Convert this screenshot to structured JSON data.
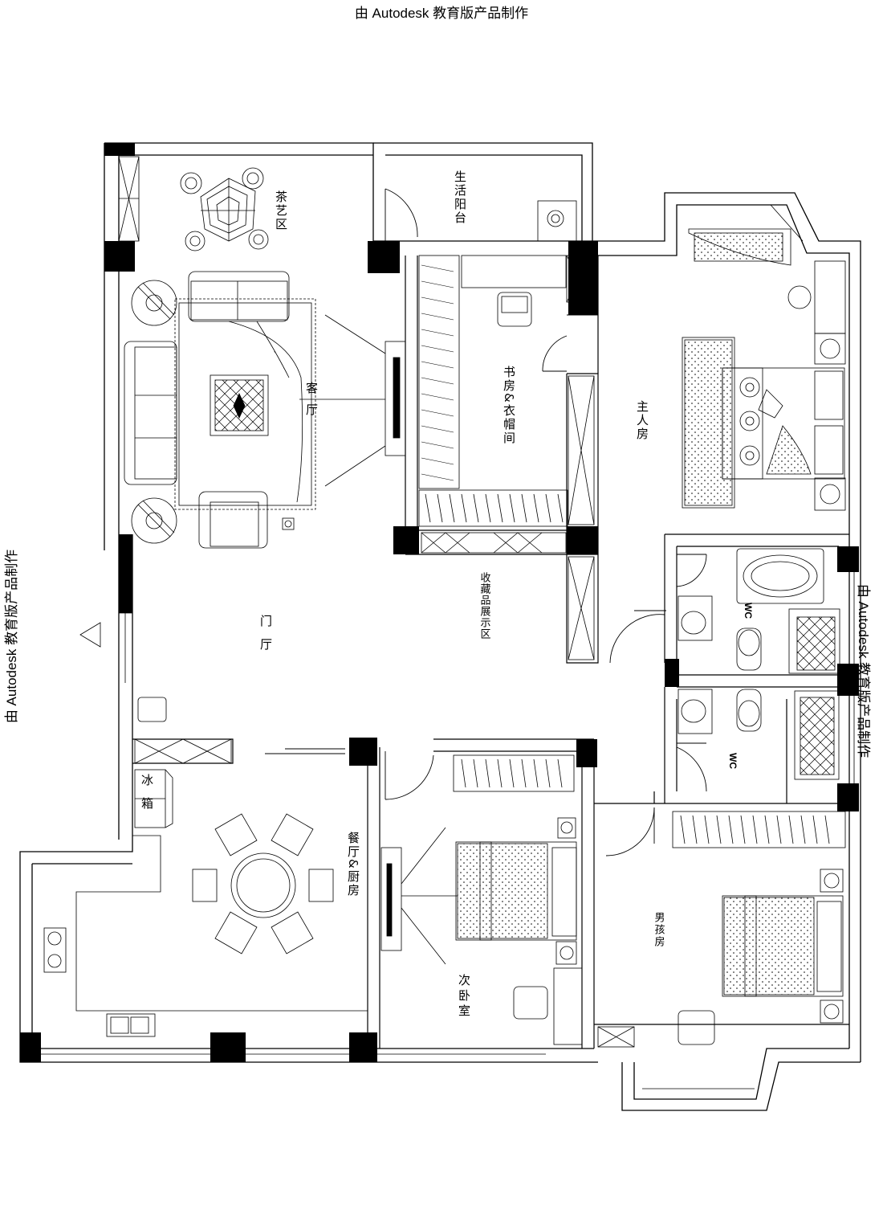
{
  "watermark": "由 Autodesk 教育版产品制作",
  "rooms": {
    "tea_area": "茶艺区",
    "balcony": "生活阳台",
    "living_room": "客厅",
    "study_cloakroom": "书房&衣帽间",
    "master_bedroom": "主人房",
    "collection_display": "收藏品展示区",
    "foyer": "门厅",
    "wc_upper": "WC",
    "wc_lower": "WC",
    "dining_kitchen": "餐厅&厨房",
    "second_bedroom": "次卧室",
    "boys_room": "男孩房"
  },
  "appliances": {
    "fridge": "冰箱"
  },
  "colors": {
    "line": "#000000",
    "background": "#ffffff"
  }
}
